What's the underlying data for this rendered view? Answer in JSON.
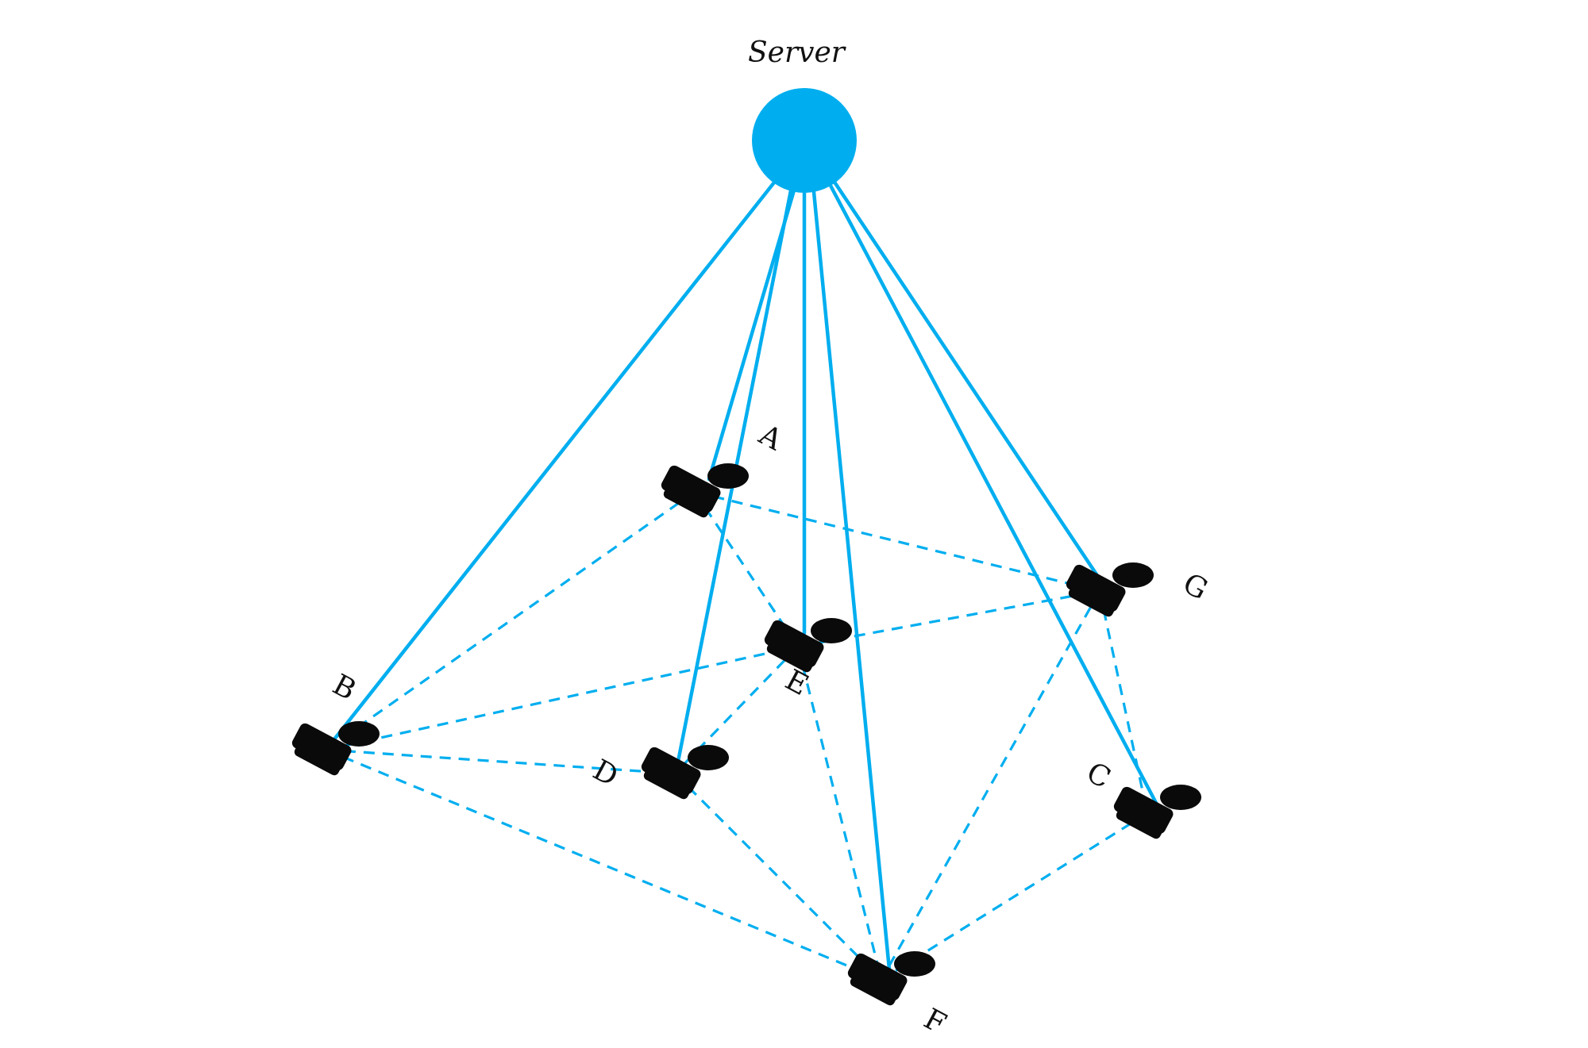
{
  "colors": {
    "accent": "#00AEEF",
    "device": "#0a0a0a",
    "text": "#111111",
    "background": "#ffffff"
  },
  "server": {
    "label": "Server",
    "shape": "circle"
  },
  "devices": [
    {
      "id": "A",
      "label": "A",
      "icon": "user-device-icon"
    },
    {
      "id": "B",
      "label": "B",
      "icon": "user-device-icon"
    },
    {
      "id": "C",
      "label": "C",
      "icon": "user-device-icon"
    },
    {
      "id": "D",
      "label": "D",
      "icon": "user-device-icon"
    },
    {
      "id": "E",
      "label": "E",
      "icon": "user-device-icon"
    },
    {
      "id": "F",
      "label": "F",
      "icon": "user-device-icon"
    },
    {
      "id": "G",
      "label": "G",
      "icon": "user-device-icon"
    }
  ],
  "server_links": [
    {
      "from": "Server",
      "to": "A",
      "style": "solid"
    },
    {
      "from": "Server",
      "to": "B",
      "style": "solid"
    },
    {
      "from": "Server",
      "to": "C",
      "style": "solid"
    },
    {
      "from": "Server",
      "to": "D",
      "style": "solid"
    },
    {
      "from": "Server",
      "to": "E",
      "style": "solid"
    },
    {
      "from": "Server",
      "to": "F",
      "style": "solid"
    },
    {
      "from": "Server",
      "to": "G",
      "style": "solid"
    }
  ],
  "peer_links": [
    {
      "from": "A",
      "to": "B",
      "style": "dashed"
    },
    {
      "from": "A",
      "to": "E",
      "style": "dashed"
    },
    {
      "from": "A",
      "to": "G",
      "style": "dashed"
    },
    {
      "from": "B",
      "to": "E",
      "style": "dashed"
    },
    {
      "from": "B",
      "to": "D",
      "style": "dashed"
    },
    {
      "from": "B",
      "to": "F",
      "style": "dashed"
    },
    {
      "from": "E",
      "to": "G",
      "style": "dashed"
    },
    {
      "from": "E",
      "to": "D",
      "style": "dashed"
    },
    {
      "from": "E",
      "to": "F",
      "style": "dashed"
    },
    {
      "from": "D",
      "to": "F",
      "style": "dashed"
    },
    {
      "from": "G",
      "to": "C",
      "style": "dashed"
    },
    {
      "from": "G",
      "to": "F",
      "style": "dashed"
    },
    {
      "from": "C",
      "to": "F",
      "style": "dashed"
    }
  ]
}
